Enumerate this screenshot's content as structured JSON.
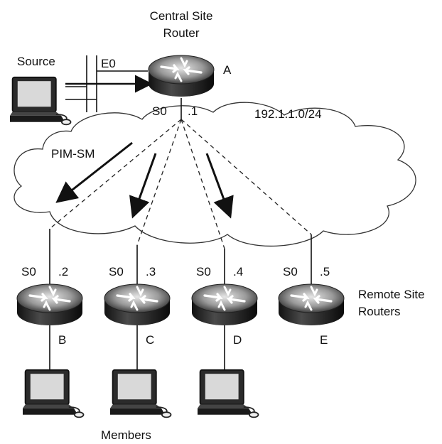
{
  "central": {
    "title_line1": "Central Site",
    "title_line2": "Router",
    "id": "A",
    "eth_port": "E0",
    "serial_port": "S0",
    "serial_addr": ".1"
  },
  "source_label": "Source",
  "network_label": "192.1.1.0/24",
  "protocol_label": "PIM-SM",
  "remotes": [
    {
      "id": "B",
      "port": "S0",
      "addr": ".2"
    },
    {
      "id": "C",
      "port": "S0",
      "addr": ".3"
    },
    {
      "id": "D",
      "port": "S0",
      "addr": ".4"
    },
    {
      "id": "E",
      "port": "S0",
      "addr": ".5"
    }
  ],
  "remote_group_label_line1": "Remote Site",
  "remote_group_label_line2": "Routers",
  "members_label": "Members"
}
